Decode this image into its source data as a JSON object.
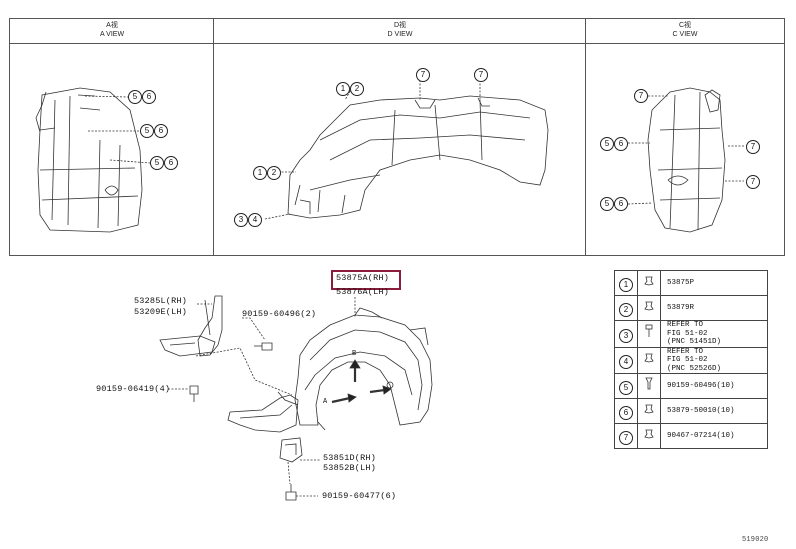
{
  "views": {
    "a": {
      "title_cn": "A视",
      "title_en": "A VIEW"
    },
    "d": {
      "title_cn": "D视",
      "title_en": "D VIEW"
    },
    "c": {
      "title_cn": "C视",
      "title_en": "C VIEW"
    }
  },
  "callouts_a": [
    "56",
    "56",
    "56"
  ],
  "callouts_d": {
    "top1": "7",
    "top2": "7",
    "c12a": "12",
    "c12b": "12",
    "c34": "34"
  },
  "callouts_c": {
    "c7a": "7",
    "c56a": "56",
    "c7b": "7",
    "c7c": "7",
    "c56b": "56"
  },
  "parts": {
    "highlight_rh": "53875A(RH)",
    "highlight_lh": "53876A(LH)",
    "p1_rh": "53285L(RH)",
    "p1_lh": "53209E(LH)",
    "p2": "90159-60496(2)",
    "p3": "90159-06419(4)",
    "p4_rh": "53851D(RH)",
    "p4_lh": "53852B(LH)",
    "p5": "90159-60477(6)",
    "arrow_a": "A",
    "arrow_b": "B"
  },
  "legend": [
    {
      "num": "1",
      "text": "53875P",
      "icon": "clip-icon"
    },
    {
      "num": "2",
      "text": "53879R",
      "icon": "clip-icon"
    },
    {
      "num": "3",
      "text": "REFER TO\nFIG 51-02\n(PNC 51451D)",
      "icon": "bolt-icon"
    },
    {
      "num": "4",
      "text": "REFER TO\nFIG 51-02\n(PNC 52526D)",
      "icon": "clip-icon"
    },
    {
      "num": "5",
      "text": "90159-60496(10)",
      "icon": "screw-icon"
    },
    {
      "num": "6",
      "text": "53879-50010(10)",
      "icon": "clip-icon"
    },
    {
      "num": "7",
      "text": "90467-07214(10)",
      "icon": "clip-icon"
    }
  ],
  "footer_code": "519020"
}
